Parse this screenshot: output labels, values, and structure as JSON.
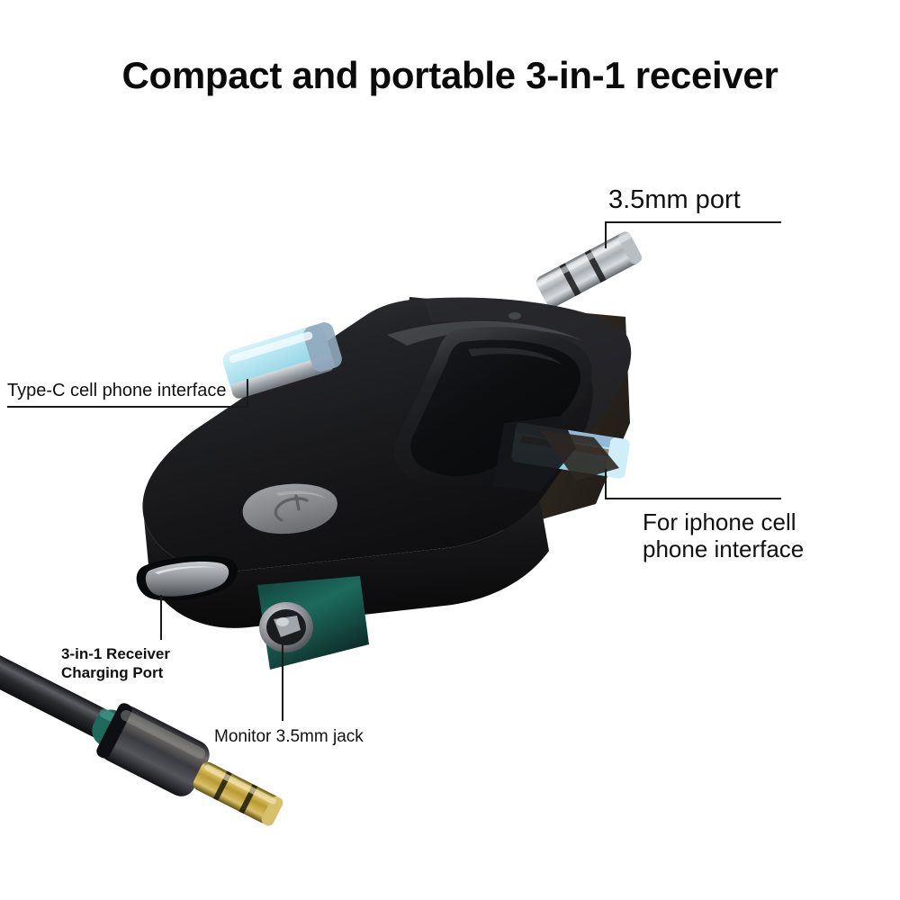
{
  "page": {
    "background": "#ffffff",
    "heading": "Compact and portable 3-in-1 receiver"
  },
  "callouts": [
    {
      "id": "port-35mm",
      "text": "3.5mm port",
      "points_to": "3.5mm male plug at top of receiver"
    },
    {
      "id": "type-c-interface",
      "text": "Type-C cell phone interface",
      "points_to": "USB Type-C connector on left side"
    },
    {
      "id": "iphone-interface",
      "line1": "For iphone cell",
      "line2": "phone interface",
      "points_to": "Lightning connector on right side"
    },
    {
      "id": "charging-port",
      "line1": "3-in-1 Receiver",
      "line2": "Charging Port",
      "points_to": "USB-C charging port on bottom edge"
    },
    {
      "id": "monitor-jack",
      "text": "Monitor 3.5mm jack",
      "points_to": "3.5mm round jack on bottom edge"
    }
  ],
  "device": {
    "name": "3-in-1 bluetooth audio receiver",
    "body_color": "#181819",
    "body_highlight": "#4a4b4e",
    "screen_color": "#101012",
    "accent_teal": "#1c5b52",
    "connector_cyan": "#b8e8f2",
    "connector_silver": "#a8adb3",
    "plug_gold": "#b99a33",
    "button_color": "#8e9094",
    "button_icon": "power-icon",
    "cable_color": "#2a2b2d"
  }
}
